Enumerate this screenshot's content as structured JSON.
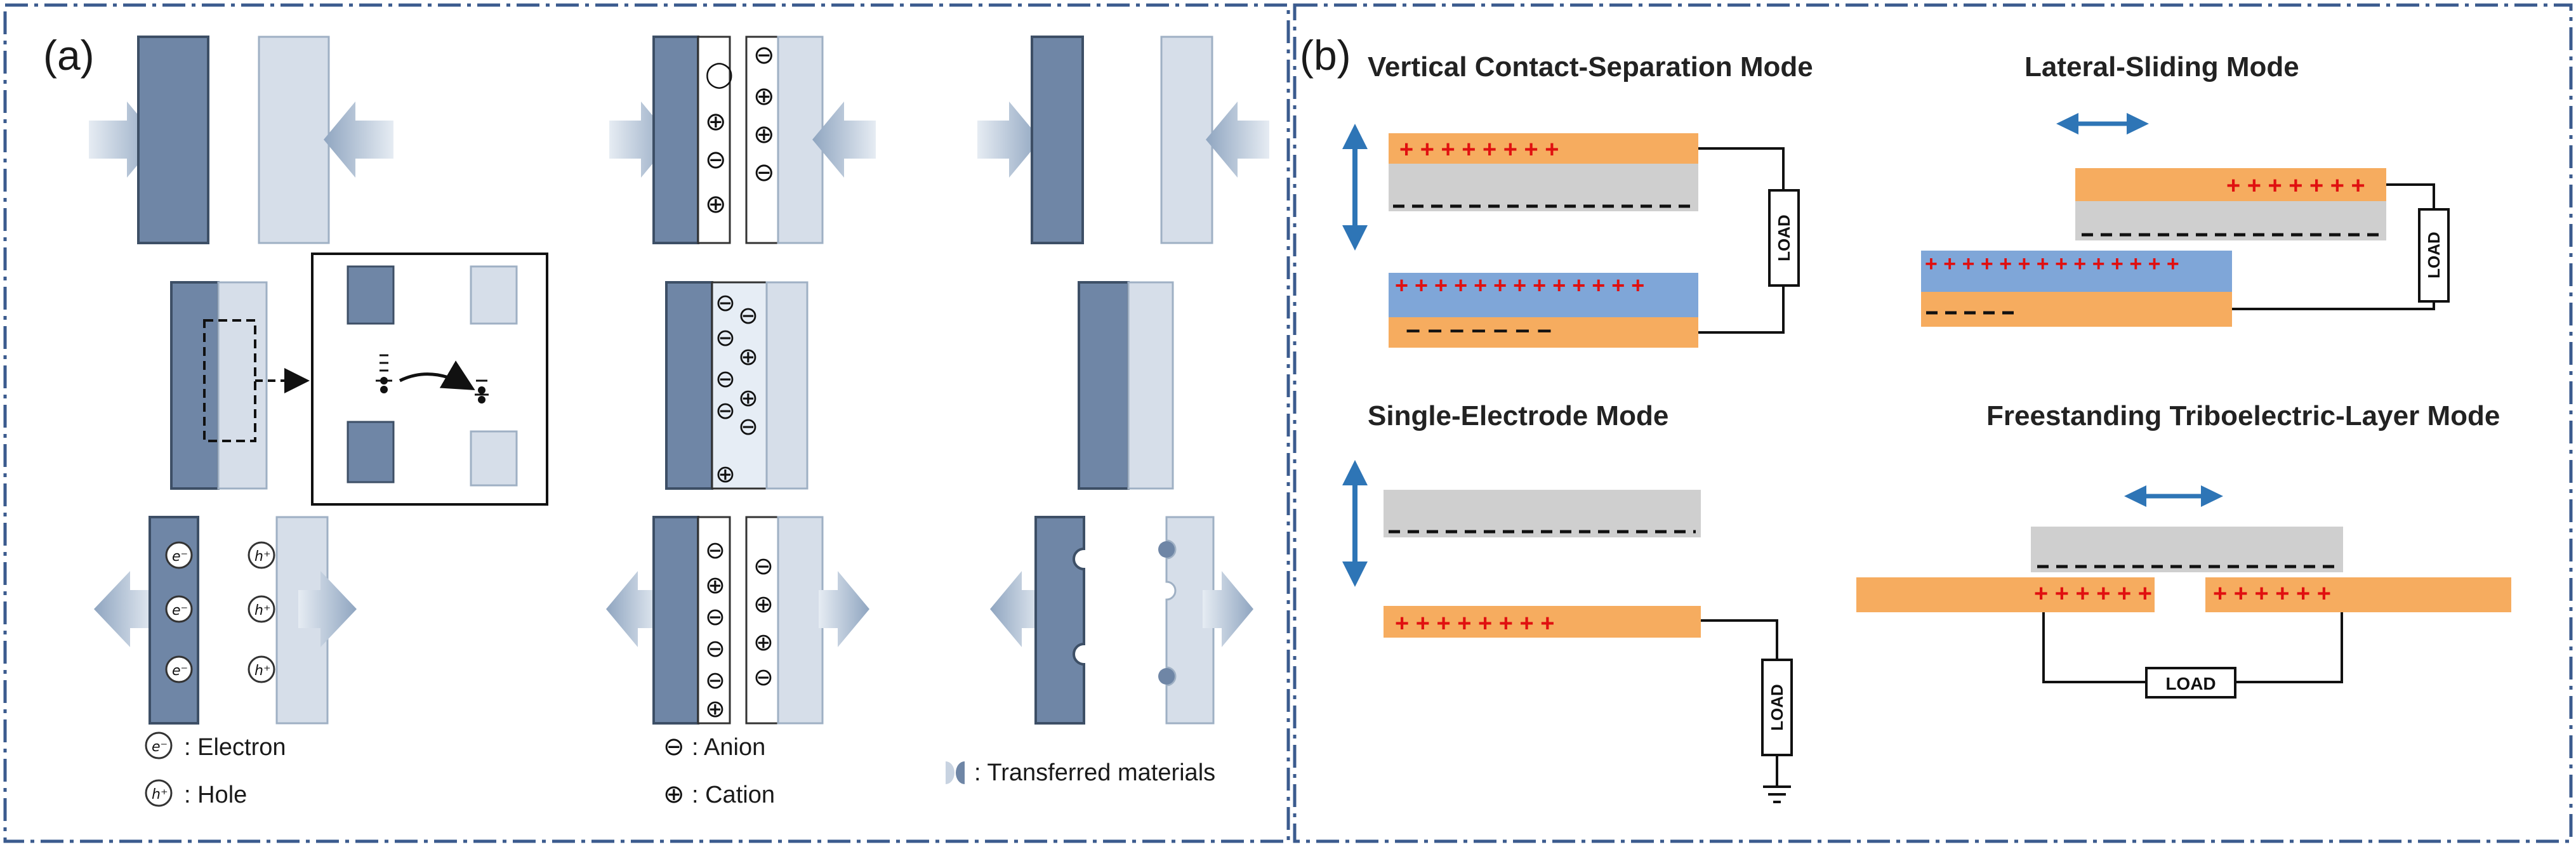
{
  "panel_a": {
    "label": "(a)",
    "legend": {
      "electron_symbol": "e⁻",
      "electron": ": Electron",
      "hole_symbol": "h⁺",
      "hole": ": Hole",
      "anion_symbol": "⊖",
      "anion": ": Anion",
      "cation_symbol": "⊕",
      "cation": ": Cation",
      "transferred": ": Transferred materials"
    }
  },
  "panel_b": {
    "label": "(b)",
    "modes": {
      "vertical": "Vertical Contact-Separation Mode",
      "lateral": "Lateral-Sliding Mode",
      "single": "Single-Electrode Mode",
      "freestanding": "Freestanding Triboelectric-Layer Mode"
    },
    "load_label": "LOAD",
    "charges": {
      "v_top": "+   +   +   +   +   +   +   +",
      "v_mid": "+ + + + + + + + + + + + +",
      "v_bottom": "−   −   −   −   −   −   −",
      "l_top": "+ + + + + + +",
      "l_bottom": "+ + + + + + + + + + + + + +",
      "s_bottom": "+   +   +   +   +   +   +   +",
      "f_left": "+ + + + + +",
      "f_right": "+ + + + + +"
    }
  },
  "colors": {
    "frame": "#3b5b8e",
    "dark_plate": "#6f86a6",
    "light_plate": "#d6dee9",
    "arrow": "#9fb2c9",
    "orange": "#f6ac5f",
    "gray": "#cfcfcf",
    "blue_layer": "#7fa6d8",
    "arrow_blue": "#2e75b6",
    "plus_red": "#e01010"
  }
}
